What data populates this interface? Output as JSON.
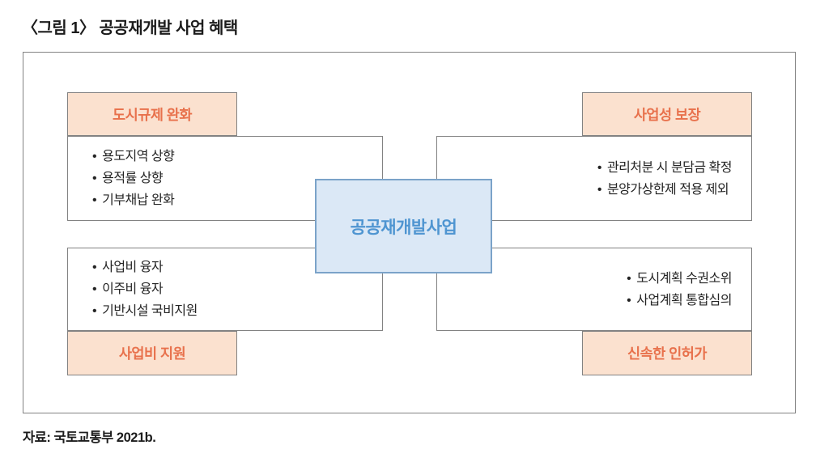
{
  "title": "〈그림 1〉 공공재개발 사업 혜택",
  "source": "자료: 국토교통부 2021b.",
  "center": {
    "label": "공공재개발사업"
  },
  "quadrants": [
    {
      "id": "top-left",
      "header": "도시규제 완화",
      "items": [
        "용도지역 상향",
        "용적률 상향",
        "기부채납 완화"
      ]
    },
    {
      "id": "top-right",
      "header": "사업성 보장",
      "items": [
        "관리처분 시 분담금 확정",
        "분양가상한제 적용 제외"
      ]
    },
    {
      "id": "bottom-left",
      "header": "사업비 지원",
      "items": [
        "사업비 융자",
        "이주비 융자",
        "기반시설 국비지원"
      ]
    },
    {
      "id": "bottom-right",
      "header": "신속한 인허가",
      "items": [
        "도시계획 수권소위",
        "사업계획 통합심의"
      ]
    }
  ],
  "colors": {
    "header_bg": "#fbe1cf",
    "header_text": "#e8714c",
    "box_border": "#828282",
    "center_bg": "#dbe8f6",
    "center_border": "#7ba3c9",
    "center_text": "#4f95d1",
    "body_text": "#242424"
  }
}
